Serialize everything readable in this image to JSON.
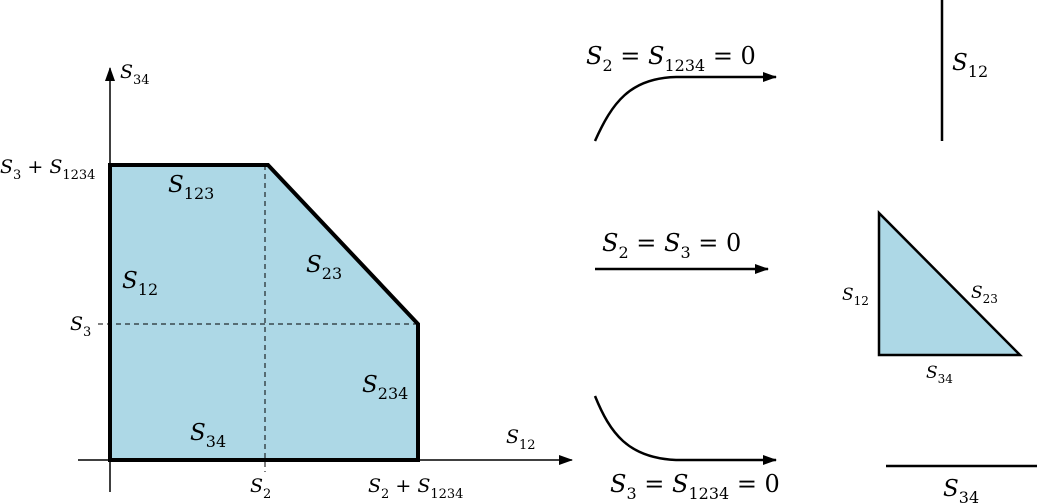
{
  "axes": {
    "y_label": {
      "base": "S",
      "sub": "34"
    },
    "x_label": {
      "base": "S",
      "sub": "12"
    }
  },
  "tick_labels": {
    "y_top": [
      {
        "base": "S",
        "sub": "3"
      },
      {
        "text": " + "
      },
      {
        "base": "S",
        "sub": "1234"
      }
    ],
    "y_mid": [
      {
        "base": "S",
        "sub": "3"
      }
    ],
    "x_mid": [
      {
        "base": "S",
        "sub": "2"
      }
    ],
    "x_right": [
      {
        "base": "S",
        "sub": "2"
      },
      {
        "text": " + "
      },
      {
        "base": "S",
        "sub": "1234"
      }
    ]
  },
  "region_labels": {
    "s123": {
      "base": "S",
      "sub": "123"
    },
    "s12": {
      "base": "S",
      "sub": "12"
    },
    "s23": {
      "base": "S",
      "sub": "23"
    },
    "s234": {
      "base": "S",
      "sub": "234"
    },
    "s34": {
      "base": "S",
      "sub": "34"
    }
  },
  "limits": {
    "top": [
      {
        "base": "S",
        "sub": "2"
      },
      {
        "text": " = "
      },
      {
        "base": "S",
        "sub": "1234"
      },
      {
        "text": " = 0"
      }
    ],
    "middle": [
      {
        "base": "S",
        "sub": "2"
      },
      {
        "text": " = "
      },
      {
        "base": "S",
        "sub": "3"
      },
      {
        "text": " = 0"
      }
    ],
    "bottom": [
      {
        "base": "S",
        "sub": "3"
      },
      {
        "text": " = "
      },
      {
        "base": "S",
        "sub": "1234"
      },
      {
        "text": " = 0"
      }
    ]
  },
  "result_labels": {
    "top_line": {
      "base": "S",
      "sub": "12"
    },
    "tri_left": {
      "base": "S",
      "sub": "12"
    },
    "tri_diag": {
      "base": "S",
      "sub": "23"
    },
    "tri_bottom": {
      "base": "S",
      "sub": "34"
    },
    "bottom_line": {
      "base": "S",
      "sub": "34"
    }
  },
  "colors": {
    "fill": "#add8e6",
    "stroke": "#000000"
  }
}
